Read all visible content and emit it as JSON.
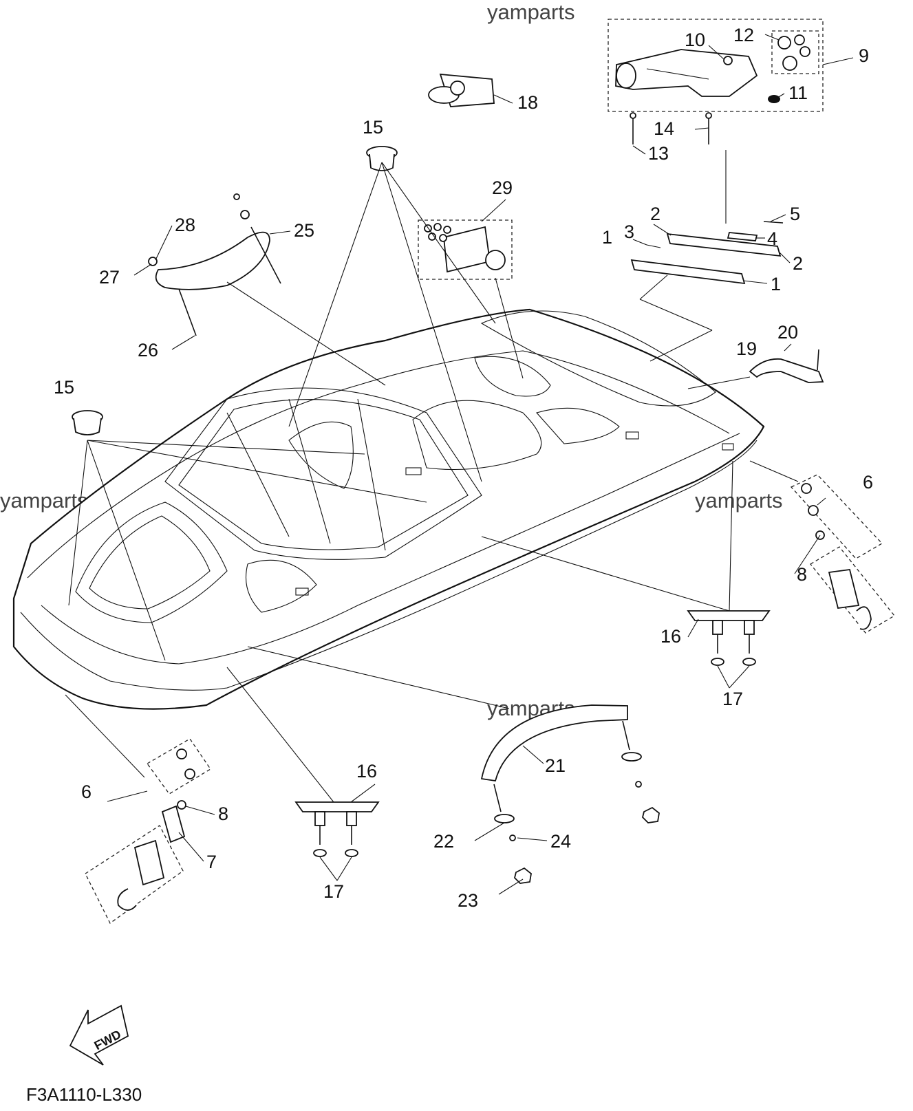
{
  "watermarks": [
    "yamparts",
    "yamparts",
    "yamparts",
    "yamparts"
  ],
  "diagram_code": "F3A1110-L330",
  "fwd_label": "FWD",
  "callouts": {
    "c1": "1",
    "c2a": "2",
    "c2b": "2",
    "c3": "3",
    "c1b": "1",
    "c4": "4",
    "c5": "5",
    "c6a": "6",
    "c6b": "6",
    "c7": "7",
    "c8a": "8",
    "c8b": "8",
    "c9": "9",
    "c10": "10",
    "c11": "11",
    "c12": "12",
    "c13": "13",
    "c14": "14",
    "c15a": "15",
    "c15b": "15",
    "c16a": "16",
    "c16b": "16",
    "c17a": "17",
    "c17b": "17",
    "c18": "18",
    "c19": "19",
    "c20": "20",
    "c21": "21",
    "c22": "22",
    "c23": "23",
    "c24": "24",
    "c25": "25",
    "c26": "26",
    "c27": "27",
    "c28": "28",
    "c29": "29"
  }
}
